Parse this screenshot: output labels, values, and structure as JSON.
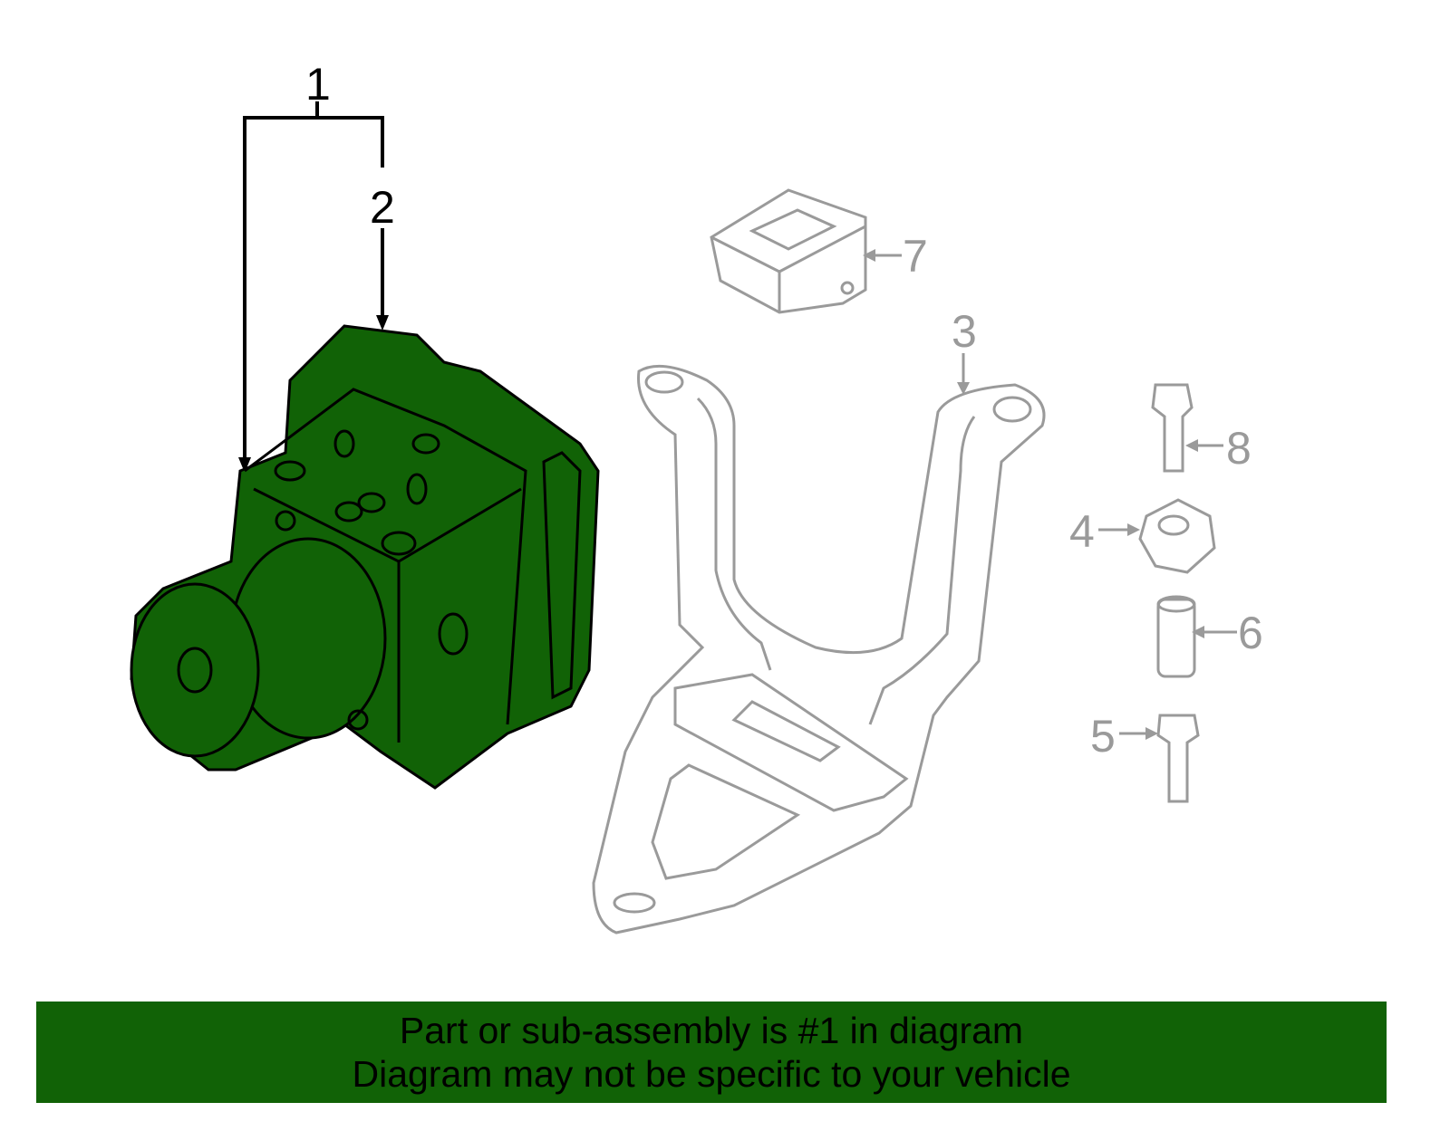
{
  "callouts": {
    "c1": "1",
    "c2": "2",
    "c3": "3",
    "c4": "4",
    "c5": "5",
    "c6": "6",
    "c7": "7",
    "c8": "8"
  },
  "banner": {
    "line1": "Part or sub-assembly is #1 in diagram",
    "line2": "Diagram may not be specific to your vehicle"
  },
  "colors": {
    "highlight": "#116206",
    "outline_gray": "#9a9a9a"
  }
}
